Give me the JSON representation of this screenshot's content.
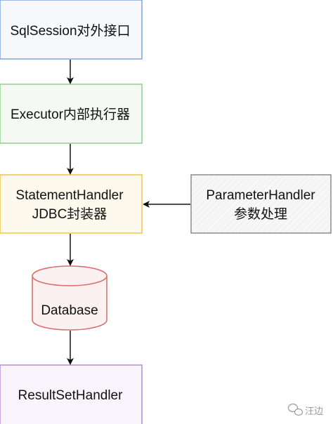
{
  "nodes": {
    "sqlsession": {
      "label": "SqlSession对外接口",
      "border_color": "#7ea6e0",
      "fill": "#f6f8fb"
    },
    "executor": {
      "label": "Executor内部执行器",
      "border_color": "#8fd18a",
      "fill": "#f4faf3"
    },
    "statement_handler": {
      "line1": "StatementHandler",
      "line2": "JDBC封装器",
      "border_color": "#f0c64a",
      "fill": "#fdf9ec"
    },
    "parameter_handler": {
      "line1": "ParameterHandler",
      "line2": "参数处理",
      "border_color": "#7a7a7a",
      "fill": "#f7f7f7"
    },
    "database": {
      "label": "Database",
      "border_color": "#d96b6b",
      "fill": "#fbf1f1"
    },
    "resultset_handler": {
      "label": "ResultSetHandler",
      "border_color": "#b28fd6",
      "fill": "#f8f4fc"
    }
  },
  "edges": [
    {
      "from": "sqlsession",
      "to": "executor"
    },
    {
      "from": "executor",
      "to": "statement_handler"
    },
    {
      "from": "parameter_handler",
      "to": "statement_handler"
    },
    {
      "from": "statement_handler",
      "to": "database"
    },
    {
      "from": "database",
      "to": "resultset_handler"
    }
  ],
  "watermark": {
    "icon": "wechat-icon",
    "text": "汪边"
  }
}
